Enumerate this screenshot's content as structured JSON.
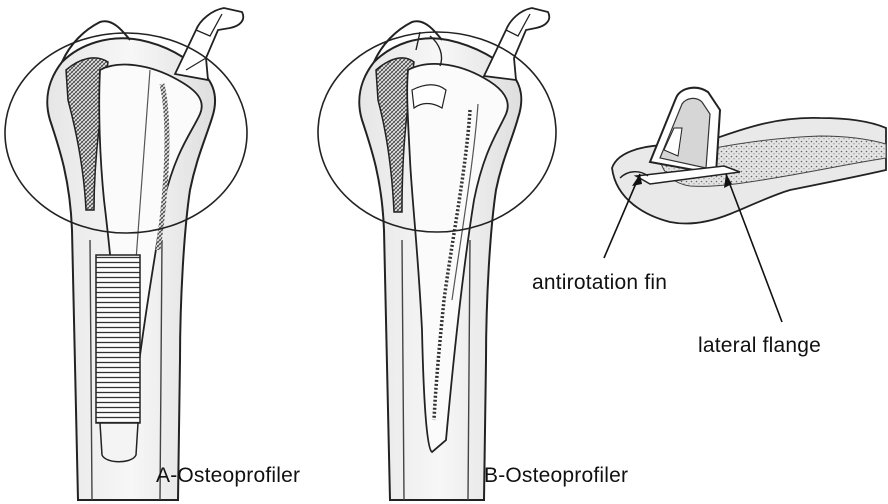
{
  "labels": {
    "panel_a": "A-Osteoprofiler",
    "panel_b": "B-Osteoprofiler",
    "fin": "antirotation fin",
    "flange": "lateral flange"
  },
  "colors": {
    "ink": "#111111",
    "bone_fill": "#f2f2f2",
    "bone_shade": "#d9d9d9",
    "implant_fill": "#ffffff",
    "hatch": "#555555"
  }
}
